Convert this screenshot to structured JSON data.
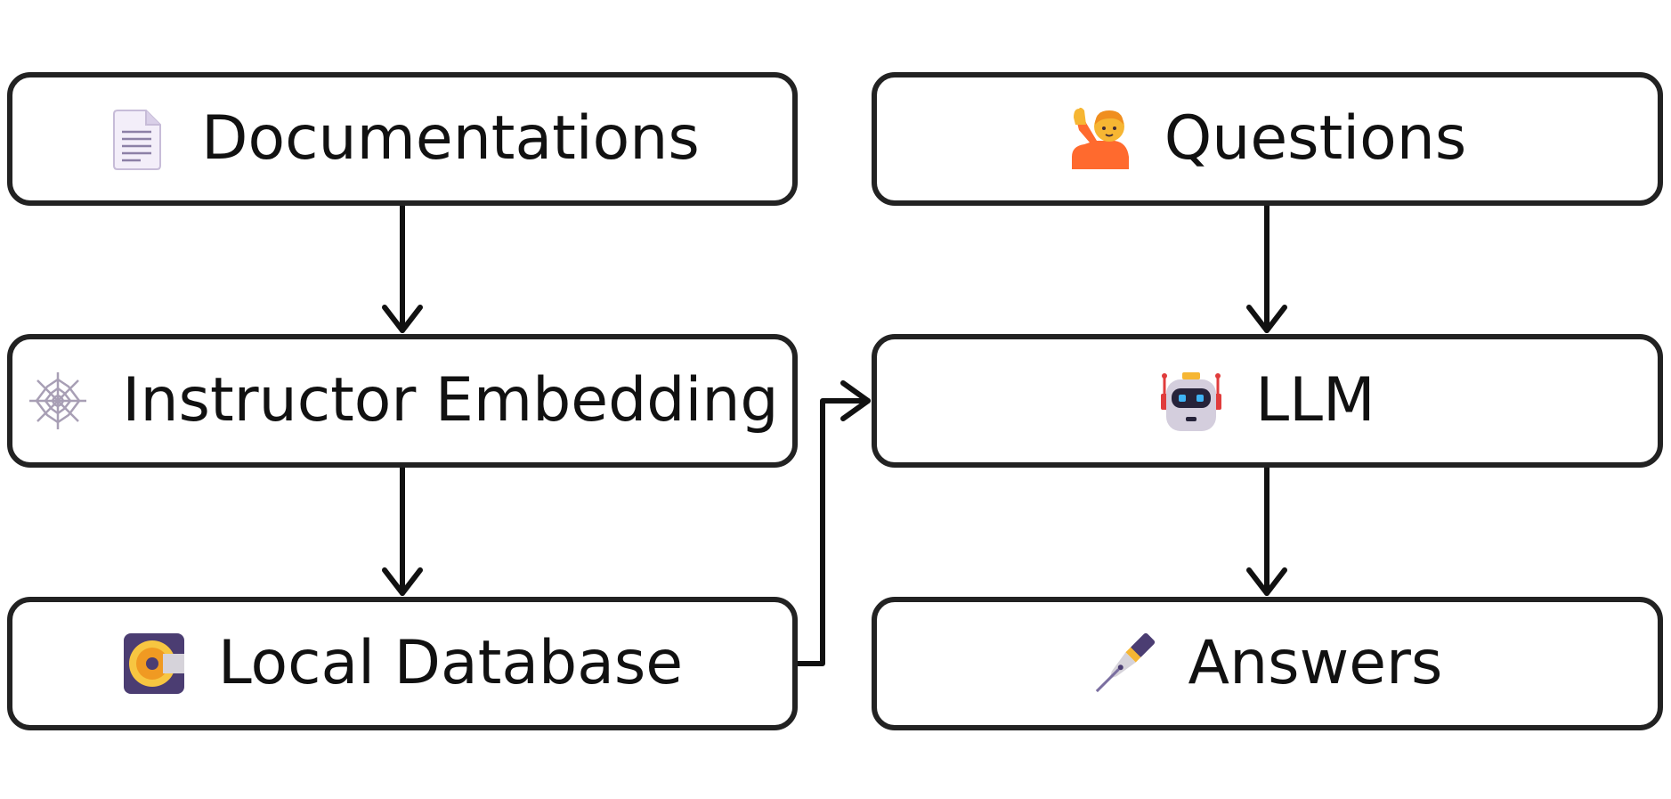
{
  "nodes": {
    "documentations": {
      "label": "Documentations",
      "icon": "document-icon"
    },
    "instructor_embedding": {
      "label": "Instructor Embedding",
      "icon": "spider-web-icon"
    },
    "local_database": {
      "label": "Local Database",
      "icon": "disk-icon"
    },
    "questions": {
      "label": "Questions",
      "icon": "person-raising-hand-icon"
    },
    "llm": {
      "label": "LLM",
      "icon": "robot-icon"
    },
    "answers": {
      "label": "Answers",
      "icon": "fountain-pen-icon"
    }
  },
  "edges": [
    {
      "from": "Documentations",
      "to": "Instructor Embedding"
    },
    {
      "from": "Instructor Embedding",
      "to": "Local Database"
    },
    {
      "from": "Local Database",
      "to": "LLM"
    },
    {
      "from": "Questions",
      "to": "LLM"
    },
    {
      "from": "LLM",
      "to": "Answers"
    }
  ],
  "colors": {
    "stroke": "#222222",
    "text": "#111111",
    "background": "#ffffff"
  }
}
